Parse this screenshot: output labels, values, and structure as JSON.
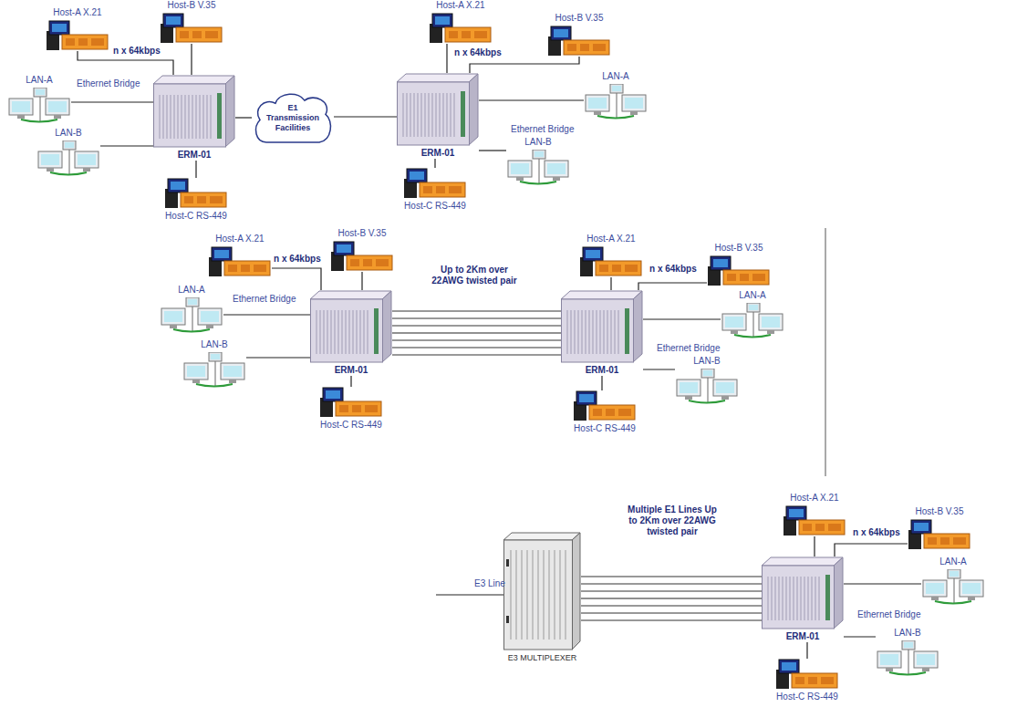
{
  "diagram": {
    "nodes": [
      {
        "text": [
          "Host-A X.21"
        ]
      },
      {
        "text": [
          "Host-B V.35"
        ]
      },
      {
        "text": [
          "LAN-A"
        ]
      },
      {
        "text": [
          "LAN-B"
        ]
      },
      {
        "text": [
          "ERM-01"
        ]
      },
      {
        "text": [
          "Host-C RS-449"
        ]
      },
      {
        "text": [
          "E1 Transmission Facilities"
        ]
      },
      {
        "text": [
          "ERM-01"
        ]
      },
      {
        "text": [
          "Host-A X.21"
        ]
      },
      {
        "text": [
          "Host-B V.35"
        ]
      },
      {
        "text": [
          "LAN-A"
        ]
      },
      {
        "text": [
          "LAN-B"
        ]
      },
      {
        "text": [
          "Host-C RS-449"
        ]
      },
      {
        "text": [
          "Host-A X.21"
        ]
      },
      {
        "text": [
          "Host-B V.35"
        ]
      },
      {
        "text": [
          "LAN-A"
        ]
      },
      {
        "text": [
          "LAN-B"
        ]
      },
      {
        "text": [
          "ERM-01"
        ]
      },
      {
        "text": [
          "Host-C RS-449"
        ]
      },
      {
        "text": [
          "ERM-01"
        ]
      },
      {
        "text": [
          "Host-A X.21"
        ]
      },
      {
        "text": [
          "Host-B V.35"
        ]
      },
      {
        "text": [
          "LAN-A"
        ]
      },
      {
        "text": [
          "LAN-B"
        ]
      },
      {
        "text": [
          "Host-C RS-449"
        ]
      },
      {
        "text": [
          "E3 MULTIPLEXER"
        ]
      },
      {
        "text": [
          "ERM-01"
        ]
      },
      {
        "text": [
          "Host-A X.21"
        ]
      },
      {
        "text": [
          "Host-B V.35"
        ]
      },
      {
        "text": [
          "LAN-A"
        ]
      },
      {
        "text": [
          "LAN-B"
        ]
      },
      {
        "text": [
          "Host-C RS-449"
        ]
      }
    ],
    "edges": [
      {
        "from": 0,
        "to": 4,
        "arrow": "none",
        "label": "n x 64kbps"
      },
      {
        "from": 1,
        "to": 4,
        "arrow": "none"
      },
      {
        "from": 2,
        "to": 4,
        "arrow": "none"
      },
      {
        "from": 3,
        "to": 4,
        "arrow": "none"
      },
      {
        "from": 5,
        "to": 4,
        "arrow": "none"
      },
      {
        "from": 4,
        "to": 6,
        "arrow": "none"
      },
      {
        "from": 6,
        "to": 7,
        "arrow": "none"
      },
      {
        "from": 8,
        "to": 7,
        "arrow": "none",
        "label": "n x 64kbps"
      },
      {
        "from": 9,
        "to": 7,
        "arrow": "none"
      },
      {
        "from": 10,
        "to": 7,
        "arrow": "none"
      },
      {
        "from": 11,
        "to": 7,
        "arrow": "none"
      },
      {
        "from": 12,
        "to": 7,
        "arrow": "none"
      },
      {
        "from": 13,
        "to": 17,
        "arrow": "none",
        "label": "n x 64kbps"
      },
      {
        "from": 14,
        "to": 17,
        "arrow": "none"
      },
      {
        "from": 15,
        "to": 17,
        "arrow": "none"
      },
      {
        "from": 16,
        "to": 17,
        "arrow": "none"
      },
      {
        "from": 18,
        "to": 17,
        "arrow": "none"
      },
      {
        "from": 17,
        "to": 19,
        "arrow": "none",
        "label": "Up to 2Km over 22AWG twisted pair"
      },
      {
        "from": 20,
        "to": 19,
        "arrow": "none"
      },
      {
        "from": 21,
        "to": 19,
        "arrow": "none",
        "label": "n x 64kbps"
      },
      {
        "from": 22,
        "to": 19,
        "arrow": "none"
      },
      {
        "from": 23,
        "to": 19,
        "arrow": "none"
      },
      {
        "from": 24,
        "to": 19,
        "arrow": "none"
      },
      {
        "from": 25,
        "to": 26,
        "arrow": "none",
        "label": "Multiple E1 Lines Up to 2Km over 22AWG twisted pair"
      },
      {
        "from": 27,
        "to": 26,
        "arrow": "none"
      },
      {
        "from": 28,
        "to": 26,
        "arrow": "none",
        "label": "n x 64kbps"
      },
      {
        "from": 29,
        "to": 26,
        "arrow": "none"
      },
      {
        "from": 30,
        "to": 26,
        "arrow": "none"
      },
      {
        "from": 31,
        "to": 26,
        "arrow": "none"
      }
    ],
    "labels": [
      "Ethernet Bridge",
      "Ethernet Bridge",
      "Ethernet Bridge",
      "Ethernet Bridge",
      "Ethernet Bridge",
      "E3 Line"
    ]
  }
}
